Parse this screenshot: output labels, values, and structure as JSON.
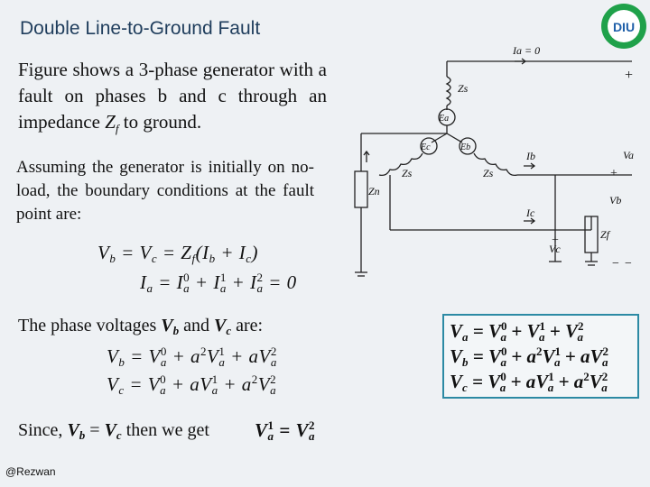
{
  "title": "Double Line-to-Ground Fault",
  "intro_text": "Figure shows a 3-phase generator with a fault on phases b and c through an impedance Zf to ground.",
  "assume_text": "Assuming the generator is initially on no-load, the boundary conditions at the fault point are:",
  "phase_voltages_label": "The phase voltages Vb and Vc are:",
  "since_label": "Since, Vb = Vc then we get",
  "footer": "@Rezwan",
  "logo_text": "DIU",
  "circuit_labels": {
    "ia": "Ia = 0",
    "zs": "Zs",
    "ea": "Ea",
    "ec": "Ec",
    "eb": "Eb",
    "zn": "Zn",
    "ib": "Ib",
    "ic": "Ic",
    "va": "Va",
    "vb": "Vb",
    "vc": "Vc",
    "zf": "Zf",
    "plus": "+",
    "minus": "−"
  },
  "colors": {
    "title": "#1f3d5c",
    "box_border": "#2c8aa4",
    "logo": "#1fa14a"
  }
}
